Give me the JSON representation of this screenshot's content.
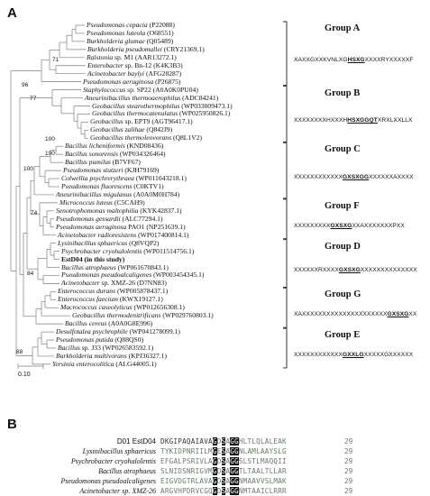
{
  "panels": {
    "a": "A",
    "b": "B"
  },
  "scale_bar_label": "0.10",
  "taxa": [
    {
      "species": "Pseudomonas cepacia",
      "accession": "(P22088)"
    },
    {
      "species": "Pseudomonas luteola",
      "accession": "(O68551)"
    },
    {
      "species": "Burkholderia glumae",
      "accession": "(Q05489)"
    },
    {
      "species": "Burkholderia pseudomallei",
      "accession": "(CRY21369.1)"
    },
    {
      "species": "Ralstonia",
      "extra": " sp. M1",
      "accession": "(AAR13272.1)"
    },
    {
      "species": "Enterobacter",
      "extra": " sp. Bn-12",
      "accession": "(K4K3B3)"
    },
    {
      "species": "Acinetobacter baylyi",
      "accession": "(AFG28287)"
    },
    {
      "species": "Pseudomonas aeruginosa",
      "accession": "(P26875)"
    },
    {
      "species": "Staphylococcus",
      "extra": " sp. SP22",
      "accession": "(A0A0K0PU04)"
    },
    {
      "species": "Aneurinibacillus thermoaerophilus",
      "accession": "(ADC84241)"
    },
    {
      "species": "Geobacillus stearothermophilus",
      "accession": "(WP033009473.1)"
    },
    {
      "species": "Geobacillus thermocatenulatus",
      "accession": "(WP025950826.1)"
    },
    {
      "species": "Geobacillus",
      "extra": " sp. EPT9",
      "accession": "(AGT96417.1)"
    },
    {
      "species": "Geobacillus zalihae",
      "accession": "(Q842J9)"
    },
    {
      "species": "Geobacillus thermoleovorans",
      "accession": "(Q8L1V2)"
    },
    {
      "species": "Bacillus licheniformis",
      "accession": "(KND08436)"
    },
    {
      "species": "Bacillus sonorensis",
      "accession": "(WP034326464)"
    },
    {
      "species": "Bacillus pumilus",
      "accession": "(B7VF67)"
    },
    {
      "species": "Pseudomonas stutzeri",
      "accession": "(KJH79169)"
    },
    {
      "species": "Colwellia psychrerythraea",
      "accession": "(WP011043218.1)"
    },
    {
      "species": "Pseudomonas fluorescens",
      "accession": "(C0KTV1)"
    },
    {
      "species": "Aneurinibacillus migulanus",
      "accession": "(A0A0M0H784)"
    },
    {
      "species": "Micrococcus luteus",
      "accession": "(C5CAH9)"
    },
    {
      "species": "Senotrophomonas maltophilia",
      "accession": "(KYK42837.1)"
    },
    {
      "species": "Pseudomonas gessardii",
      "accession": "(ALC77294.1)"
    },
    {
      "species": "Pseudomonas aeruginosa",
      "extra": " PAO1",
      "accession": "(NP251639.1)"
    },
    {
      "species": "Acinetobacter radioresistens",
      "accession": "(WP017400814.1)"
    },
    {
      "species": "Lysinibacillus sphaericus",
      "accession": "(Q8VQP2)"
    },
    {
      "species": "Psychrobacter cryohalolentis",
      "accession": "(WP011514756.1)"
    },
    {
      "species": "",
      "extra": "EstD04  (in this study)",
      "accession": "",
      "bold": true
    },
    {
      "species": "Bacillus atrophaeus",
      "accession": "(WP061670843.1)"
    },
    {
      "species": "Pseudomonas pseudoalcaligenes",
      "accession": "(WP003454345.1)"
    },
    {
      "species": "Acinetobacter",
      "extra": " sp. XMZ-26",
      "accession": "(D7NN83)"
    },
    {
      "species": "Enterococcus durans",
      "accession": "(WP005878437.1)"
    },
    {
      "species": "Enterococcus faecium",
      "accession": "(KWX19127.1)"
    },
    {
      "species": "Macrococcus caseolyticus",
      "accession": "(WP012656308.1)"
    },
    {
      "species": "Geobacillus thermodenitrificans",
      "accession": "(WP029760803.1)"
    },
    {
      "species": "Bacillus cereus",
      "accession": "(A0A0G8E996)"
    },
    {
      "species": "Desulfotalea psychrophile",
      "accession": "(WP041278099.1)"
    },
    {
      "species": "Pseudomonas putida",
      "accession": "(Q88QS0)"
    },
    {
      "species": "Bacillus",
      "extra": " sp. J33",
      "accession": "(WP026583592.1)"
    },
    {
      "species": "Burkholderia multivorans",
      "accession": "(KPJ36327.1)"
    },
    {
      "species": "Yersinia enterocolitica",
      "accession": "(ALG44005.1)"
    }
  ],
  "bootstrap": [
    "71",
    "96",
    "77",
    "100",
    "100",
    "100",
    "74",
    "84",
    "88"
  ],
  "groups": [
    {
      "name": "Group A",
      "motif_pre": "XAXXGXXKVNLXG",
      "motif_u": "HSXG",
      "motif_post": "XXXXRYXXXXXF"
    },
    {
      "name": "Group B",
      "motif_pre": "XXXXXXXXHXXXH",
      "motif_u": "HSXGGQT",
      "motif_post": "XRXLXXLLX"
    },
    {
      "name": "Group C",
      "motif_pre": "XXXXXXXXXXXX",
      "motif_u": "GXSXGG",
      "motif_post": "XXXXXXAXXXX"
    },
    {
      "name": "Group F",
      "motif_pre": "XXXXXXXXX",
      "motif_u": "GXSXG",
      "motif_post": "XXAXXXXXXXPXX"
    },
    {
      "name": "Group D",
      "motif_pre": "XXXXXXRXXXX",
      "motif_u": "GXSXG",
      "motif_post": "XXXXXXXXXXXXXX"
    },
    {
      "name": "Group G",
      "motif_pre": "XAXXXXXXXXXXXXXXXXXXXXX",
      "motif_u": "GXSXG",
      "motif_post": "XX"
    },
    {
      "name": "Group E",
      "motif_pre": "XXXXXXXXXXXX",
      "motif_u": "GXXLG",
      "motif_post": "XXXXXGXXXXXX"
    }
  ],
  "alignment": [
    {
      "name": "D01 EstD04",
      "italic": false,
      "seq": [
        "DKGIPAQAIAVA",
        "G",
        "D",
        "S",
        "A",
        "GG",
        "HLTLQLALEAK"
      ],
      "num": "29"
    },
    {
      "name": "Lysinibacillus sphaericus",
      "italic": true,
      "seq": [
        "TYKIDPNRIILM",
        "G",
        "E",
        "S",
        "A",
        "GG",
        "NLAMLAAYSLG"
      ],
      "num": "29"
    },
    {
      "name": "Psychrobacter cryohalolentis",
      "italic": true,
      "seq": [
        "EFGALPSRIVLA",
        "G",
        "D",
        "S",
        "A",
        "GG",
        "SLSTLMAQQII"
      ],
      "num": "29"
    },
    {
      "name": "Bacillus atrophaeus",
      "italic": true,
      "seq": [
        "SLNIDSNRIGVM",
        "G",
        "D",
        "S",
        "A",
        "GG",
        "TLTAALTLLAR"
      ],
      "num": "29"
    },
    {
      "name": "Pseudomonas pseudoalcaligenes",
      "italic": true,
      "seq": [
        "EIGVDGTRLAVA",
        "G",
        "D",
        "S",
        "A",
        "GG",
        "NMAAVVSLMAK"
      ],
      "num": "29"
    },
    {
      "name": "Acinetobacter sp. XMZ-26",
      "italic": true,
      "seq": [
        "ARGVHPDRVCGQ",
        "G",
        "D",
        "S",
        "A",
        "GG",
        "NMTAAICLRRR"
      ],
      "num": "29"
    }
  ],
  "colors": {
    "branch": "#7f7f7f",
    "bracket": "#222222",
    "highlight": "#111111"
  }
}
